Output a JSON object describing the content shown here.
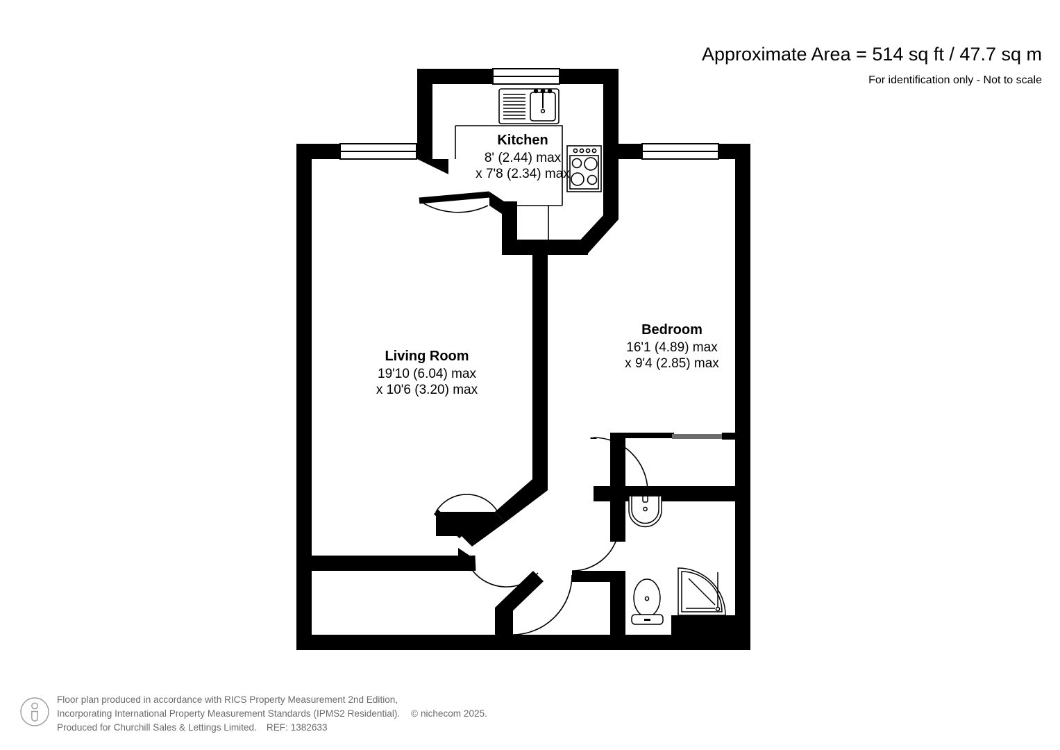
{
  "header": {
    "area_text": "Approximate Area = 514 sq ft / 47.7 sq m",
    "disclaimer": "For identification only - Not to scale"
  },
  "rooms": [
    {
      "id": "kitchen",
      "name": "Kitchen",
      "dim_line_1": "8' (2.44) max",
      "dim_line_2": "x 7'8 (2.34) max"
    },
    {
      "id": "living_room",
      "name": "Living Room",
      "dim_line_1": "19'10 (6.04) max",
      "dim_line_2": "x 10'6 (3.20) max"
    },
    {
      "id": "bedroom",
      "name": "Bedroom",
      "dim_line_1": "16'1 (4.89) max",
      "dim_line_2": "x 9'4 (2.85) max"
    }
  ],
  "fixtures": [
    {
      "name": "kitchen-sink-with-drainer"
    },
    {
      "name": "kitchen-hob-cooker"
    },
    {
      "name": "bathroom-basin"
    },
    {
      "name": "bathroom-toilet"
    },
    {
      "name": "bathroom-corner-shower"
    }
  ],
  "openings": [
    {
      "name": "kitchen-window-top"
    },
    {
      "name": "living-room-window"
    },
    {
      "name": "bedroom-window"
    },
    {
      "name": "kitchen-door"
    },
    {
      "name": "living-room-door"
    },
    {
      "name": "hall-door-lower"
    },
    {
      "name": "bedroom-door"
    },
    {
      "name": "bathroom-door"
    },
    {
      "name": "storage-sliding-door"
    }
  ],
  "footer": {
    "icon_name": "person-in-circle-icon",
    "line1": "Floor plan produced in accordance with RICS Property Measurement 2nd Edition,",
    "line2a": "Incorporating International Property Measurement Standards (IPMS2 Residential).",
    "line2b": "© nichecom 2025.",
    "line3a": "Produced for Churchill Sales & Lettings Limited.",
    "line3b": "REF: 1382633"
  },
  "colors": {
    "wall": "#000000",
    "background": "#ffffff",
    "fixture_stroke": "#000000",
    "footer_text": "#6a6a6a"
  }
}
